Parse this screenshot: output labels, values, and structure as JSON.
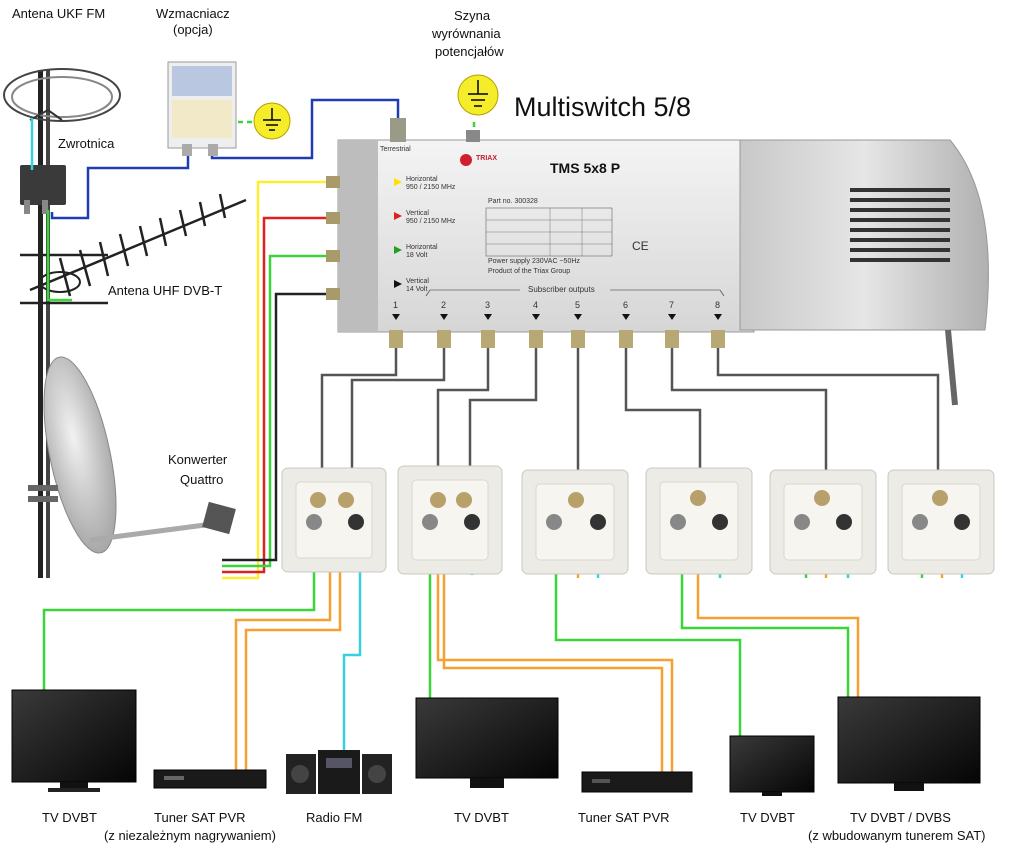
{
  "title": "Multiswitch 5/8",
  "labels": {
    "fm_antenna": "Antena UKF FM",
    "amplifier": "Wzmacniacz",
    "amplifier_note": "(opcja)",
    "busbar_1": "Szyna",
    "busbar_2": "wyrównania",
    "busbar_3": "potencjałów",
    "diplexer": "Zwrotnica",
    "uhf_antenna": "Antena UHF DVB-T",
    "lnb_1": "Konwerter",
    "lnb_2": "Quattro"
  },
  "device": {
    "brand": "TRIAX",
    "model": "TMS 5x8 P",
    "part_no": "Part no. 300328",
    "terrestrial": "Terrestrial",
    "inputs": [
      {
        "name": "Horizontal",
        "band": "950 / 2150 MHz"
      },
      {
        "name": "Vertical",
        "band": "950 / 2150 MHz"
      },
      {
        "name": "Horizontal",
        "band": "18 Volt"
      },
      {
        "name": "Vertical",
        "band": "14 Volt"
      }
    ],
    "subscriber_outputs": "Subscriber outputs",
    "power_supply": "Power supply 230VAC ~50Hz",
    "made": "Product of the Triax Group",
    "output_numbers": [
      "1",
      "2",
      "3",
      "4",
      "5",
      "6",
      "7",
      "8"
    ]
  },
  "bottom": {
    "tv1": "TV DVBT",
    "pvr1": "Tuner SAT PVR",
    "pvr1_note": "(z niezależnym nagrywaniem)",
    "radio": "Radio FM",
    "tv2": "TV DVBT",
    "pvr2": "Tuner SAT PVR",
    "tv3": "TV DVBT",
    "tv4": "TV DVBT / DVBS",
    "tv4_note": "(z wbudowanym tunerem SAT)"
  },
  "colors": {
    "cable_green": "#3bd43b",
    "cable_orange": "#f5a030",
    "cable_cyan": "#38d0e0",
    "cable_blue": "#1f3cb0",
    "cable_yellow": "#ffee30",
    "cable_red": "#e02020",
    "cable_black": "#222222",
    "cable_gray": "#555555",
    "ground": "#f5ec2a"
  }
}
